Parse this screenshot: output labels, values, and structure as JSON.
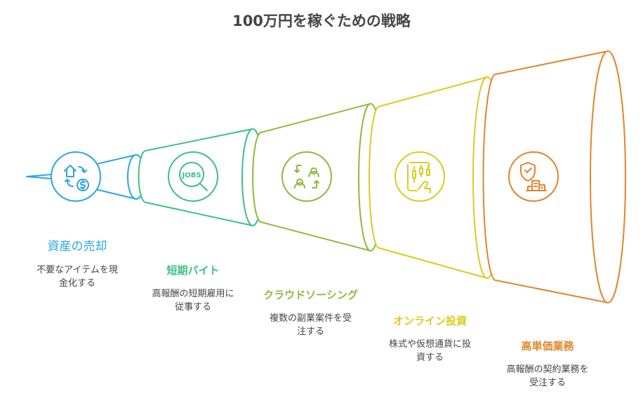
{
  "title": "100万円を稼ぐための戦略",
  "stages": [
    {
      "name": "資産の売却",
      "desc_lines": [
        "不要なアイテムを現",
        "金化する"
      ],
      "color": "#2aa7dc",
      "icon": "house-exchange-dollar-icon"
    },
    {
      "name": "短期バイト",
      "desc_lines": [
        "高報酬の短期雇用に",
        "従事する"
      ],
      "color": "#3cc184",
      "icon": "jobs-search-icon"
    },
    {
      "name": "クラウドソーシング",
      "desc_lines": [
        "複数の副業案件を受",
        "注する"
      ],
      "color": "#8cba3c",
      "icon": "people-exchange-icon"
    },
    {
      "name": "オンライン投資",
      "desc_lines": [
        "株式や仮想通貨に投",
        "資する"
      ],
      "color": "#dccb1e",
      "icon": "candlestick-tablet-icon"
    },
    {
      "name": "高単価業務",
      "desc_lines": [
        "高報酬の契約業務を",
        "受注する"
      ],
      "color": "#e0862c",
      "icon": "shield-building-icon"
    }
  ]
}
